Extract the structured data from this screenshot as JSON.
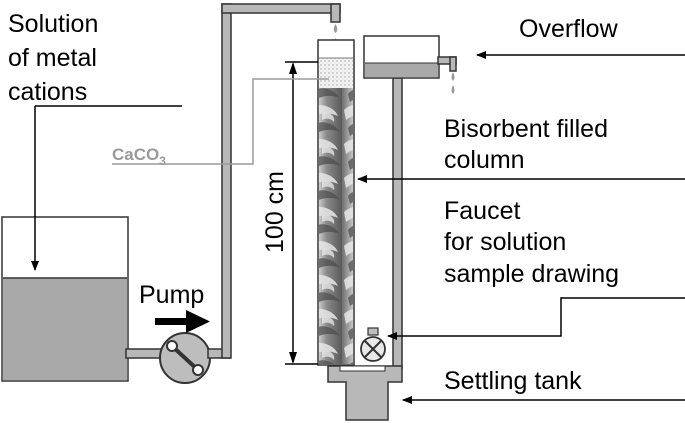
{
  "labels": {
    "solution_line1": "Solution",
    "solution_line2": "of metal",
    "solution_line3": "cations",
    "caco3_base": "CaCO",
    "caco3_sub": "3",
    "pump": "Pump",
    "length": "100 cm",
    "overflow": "Overflow",
    "biosorbent_line1": "Bisorbent filled",
    "biosorbent_line2": "column",
    "faucet_line1": "Faucet",
    "faucet_line2": "for solution",
    "faucet_line3": "sample drawing",
    "settling_tank": "Settling tank"
  },
  "colors": {
    "liquid": "#a9a9a9",
    "pipe": "#b8b8b8",
    "outline": "#333333",
    "caco3_label": "#9a9a9a",
    "background": "#ffffff"
  }
}
